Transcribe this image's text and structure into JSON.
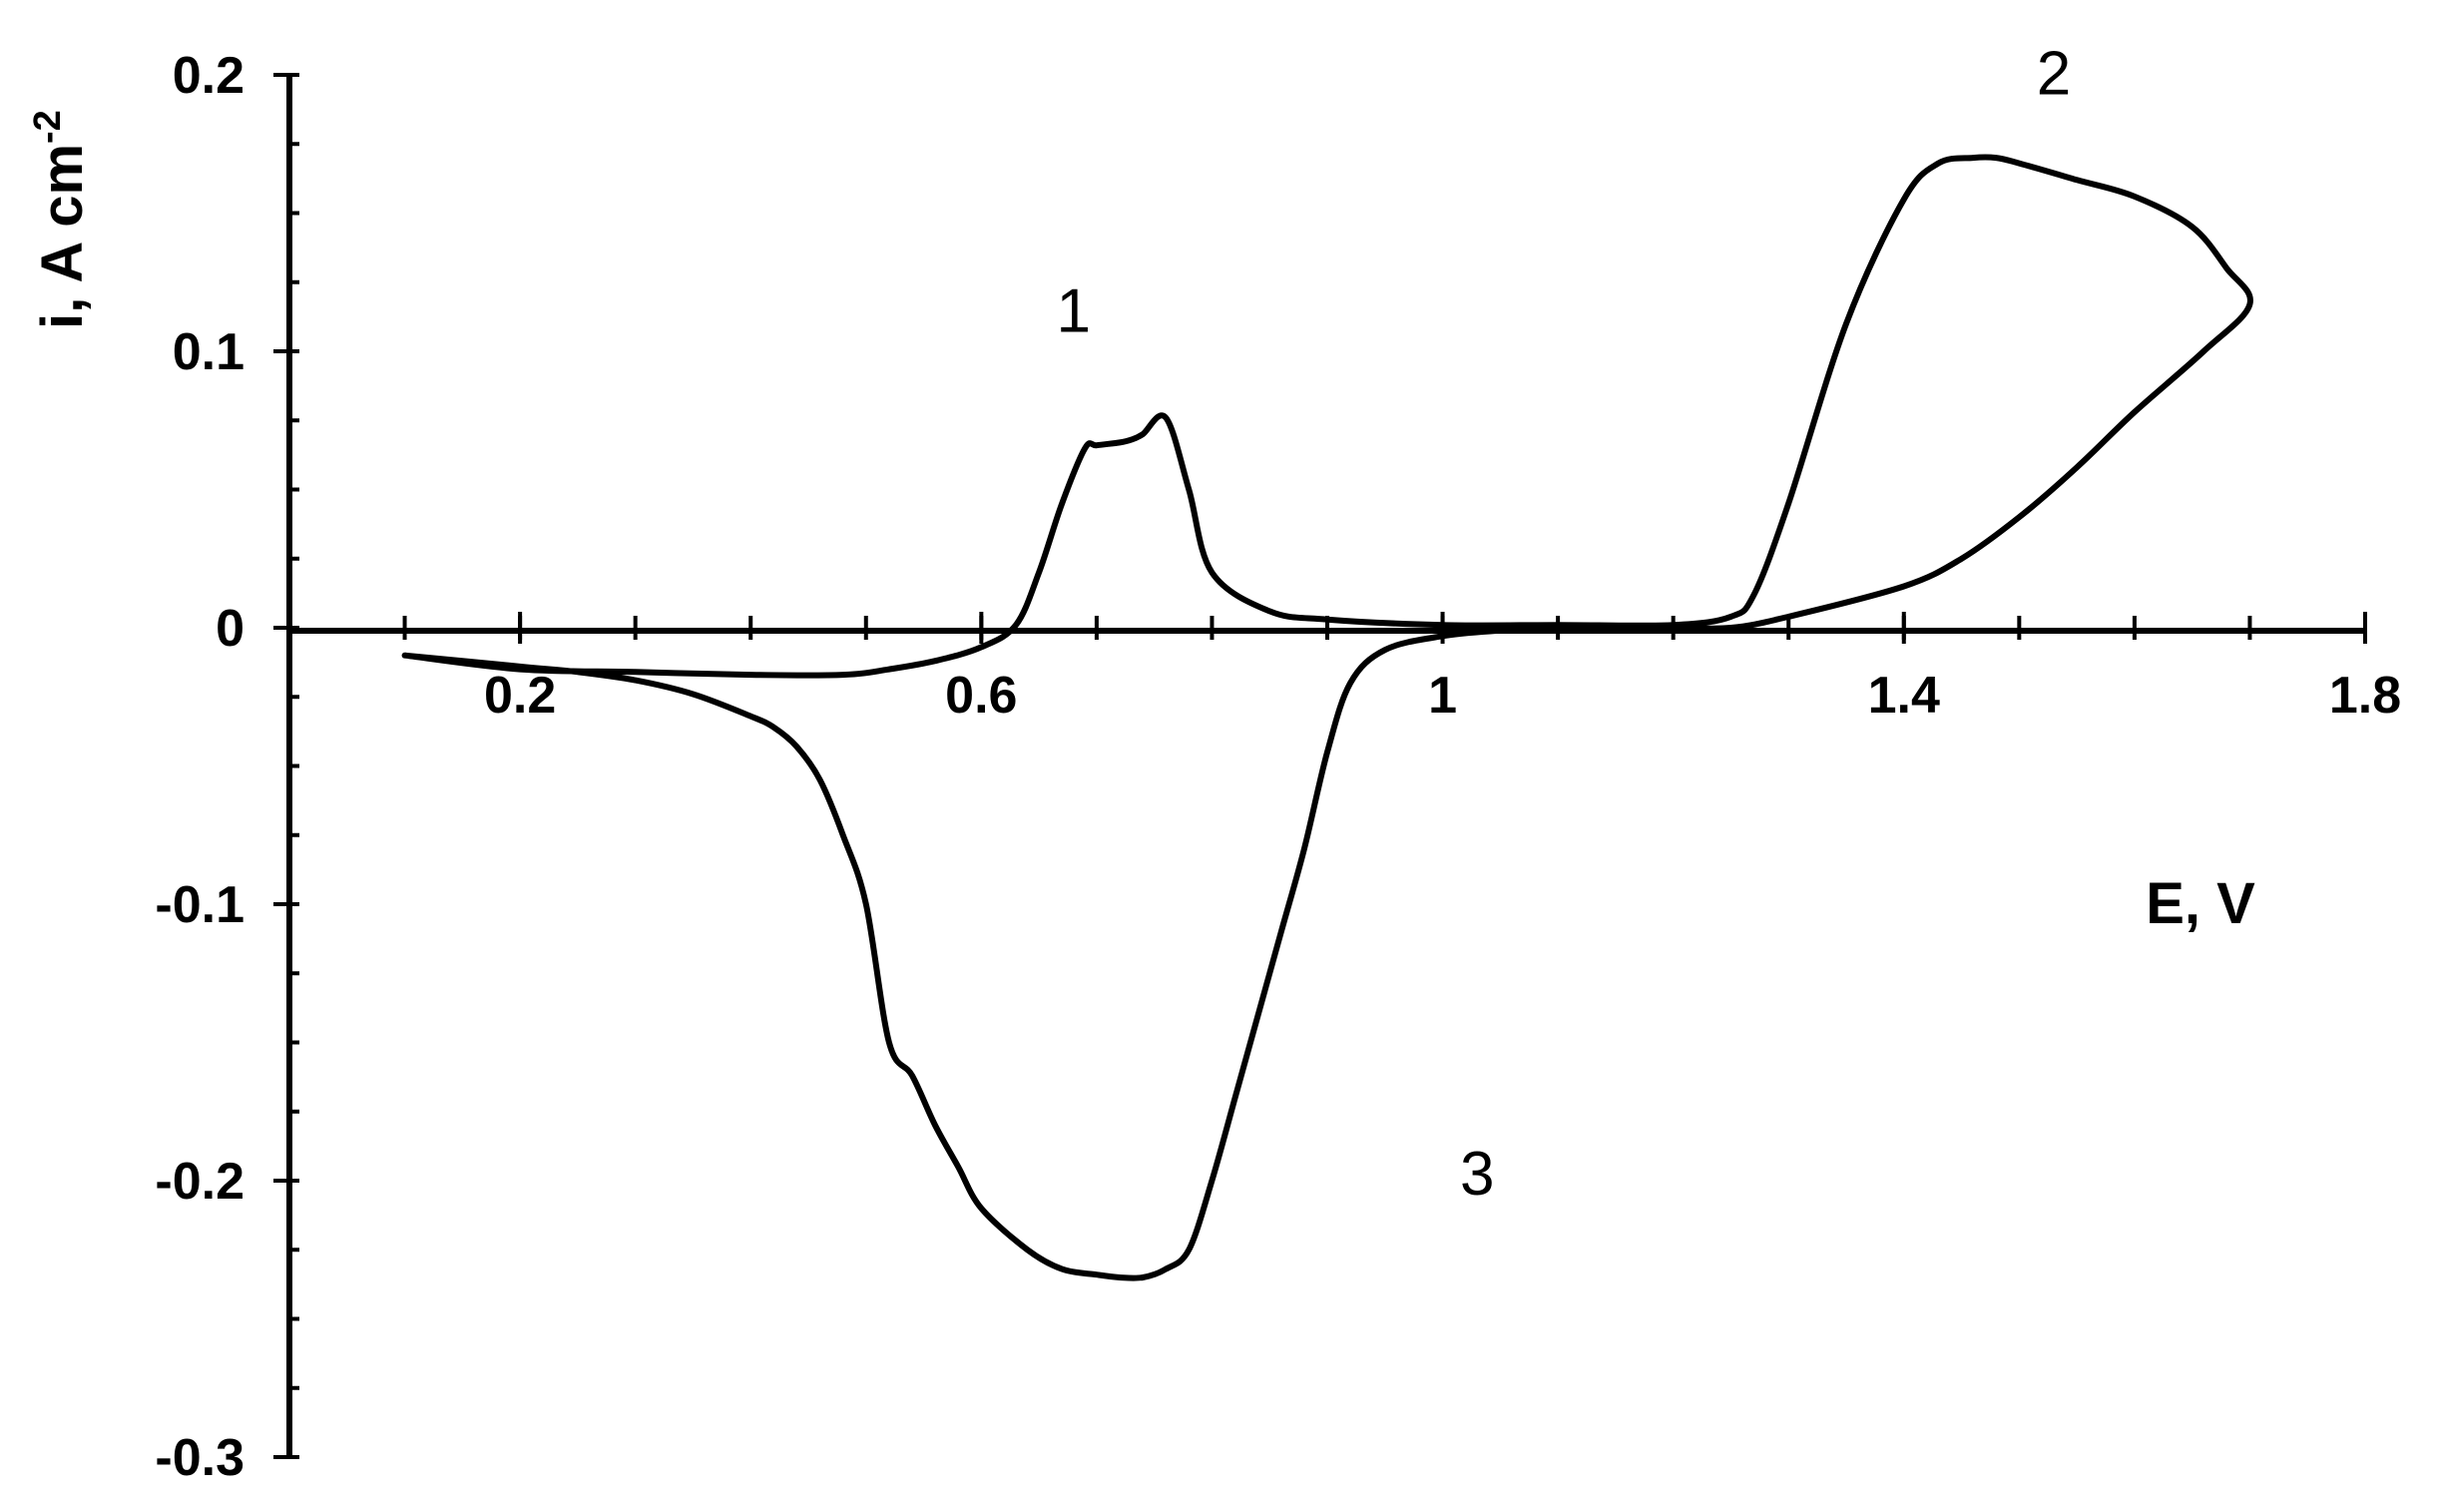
{
  "chart_data": {
    "type": "line",
    "title": "",
    "xlabel": "E, V",
    "ylabel_main": "i, A cm",
    "ylabel_sup": "-2",
    "xlim": [
      0,
      1.8
    ],
    "ylim": [
      -0.3,
      0.2
    ],
    "x_ticks": [
      {
        "value": 0.2,
        "label": "0.2"
      },
      {
        "value": 0.6,
        "label": "0.6"
      },
      {
        "value": 1.0,
        "label": "1"
      },
      {
        "value": 1.4,
        "label": "1.4"
      },
      {
        "value": 1.8,
        "label": "1.8"
      }
    ],
    "y_ticks": [
      {
        "value": 0.2,
        "label": "0.2"
      },
      {
        "value": 0.1,
        "label": "0.1"
      },
      {
        "value": 0,
        "label": "0"
      },
      {
        "value": -0.1,
        "label": "-0.1"
      },
      {
        "value": -0.2,
        "label": "-0.2"
      },
      {
        "value": -0.3,
        "label": "-0.3"
      }
    ],
    "grid": false,
    "legend": "none",
    "annotations": [
      {
        "text": "1",
        "x": 0.68,
        "y": 0.107
      },
      {
        "text": "2",
        "x": 1.53,
        "y": 0.193
      },
      {
        "text": "3",
        "x": 1.03,
        "y": -0.205
      }
    ],
    "series": [
      {
        "x": [
          0.1,
          0.2,
          0.3,
          0.4,
          0.48,
          0.52,
          0.56,
          0.6,
          0.63,
          0.65,
          0.67,
          0.69,
          0.7,
          0.72,
          0.73,
          0.74,
          0.76,
          0.78,
          0.8,
          0.85,
          0.9,
          1.0,
          1.1,
          1.2,
          1.25,
          1.27,
          1.3,
          1.35,
          1.4,
          1.43,
          1.46,
          1.48,
          1.5,
          1.55,
          1.6,
          1.65,
          1.68,
          1.7,
          1.66,
          1.6,
          1.55,
          1.5,
          1.45,
          1.4,
          1.3,
          1.25,
          1.2,
          1.1,
          1.05,
          1.0,
          0.95,
          0.92,
          0.9,
          0.88,
          0.86,
          0.84,
          0.82,
          0.8,
          0.78,
          0.76,
          0.74,
          0.72,
          0.7,
          0.67,
          0.64,
          0.6,
          0.58,
          0.56,
          0.54,
          0.52,
          0.5,
          0.48,
          0.46,
          0.44,
          0.42,
          0.4,
          0.35,
          0.3,
          0.25,
          0.2,
          0.1
        ],
        "y": [
          -0.01,
          -0.015,
          -0.016,
          -0.017,
          -0.017,
          -0.015,
          -0.012,
          -0.007,
          0.001,
          0.02,
          0.045,
          0.065,
          0.066,
          0.067,
          0.068,
          0.07,
          0.076,
          0.05,
          0.02,
          0.006,
          0.003,
          0.001,
          0.001,
          0.001,
          0.004,
          0.012,
          0.045,
          0.11,
          0.155,
          0.168,
          0.17,
          0.17,
          0.168,
          0.162,
          0.156,
          0.145,
          0.13,
          0.117,
          0.1,
          0.078,
          0.058,
          0.04,
          0.025,
          0.015,
          0.004,
          0.0,
          0.0,
          0.0,
          -0.001,
          -0.003,
          -0.008,
          -0.02,
          -0.045,
          -0.08,
          -0.11,
          -0.14,
          -0.17,
          -0.2,
          -0.225,
          -0.232,
          -0.235,
          -0.235,
          -0.234,
          -0.232,
          -0.225,
          -0.21,
          -0.195,
          -0.18,
          -0.162,
          -0.15,
          -0.1,
          -0.075,
          -0.055,
          -0.043,
          -0.036,
          -0.032,
          -0.024,
          -0.019,
          -0.016,
          -0.014,
          -0.01
        ]
      }
    ]
  }
}
